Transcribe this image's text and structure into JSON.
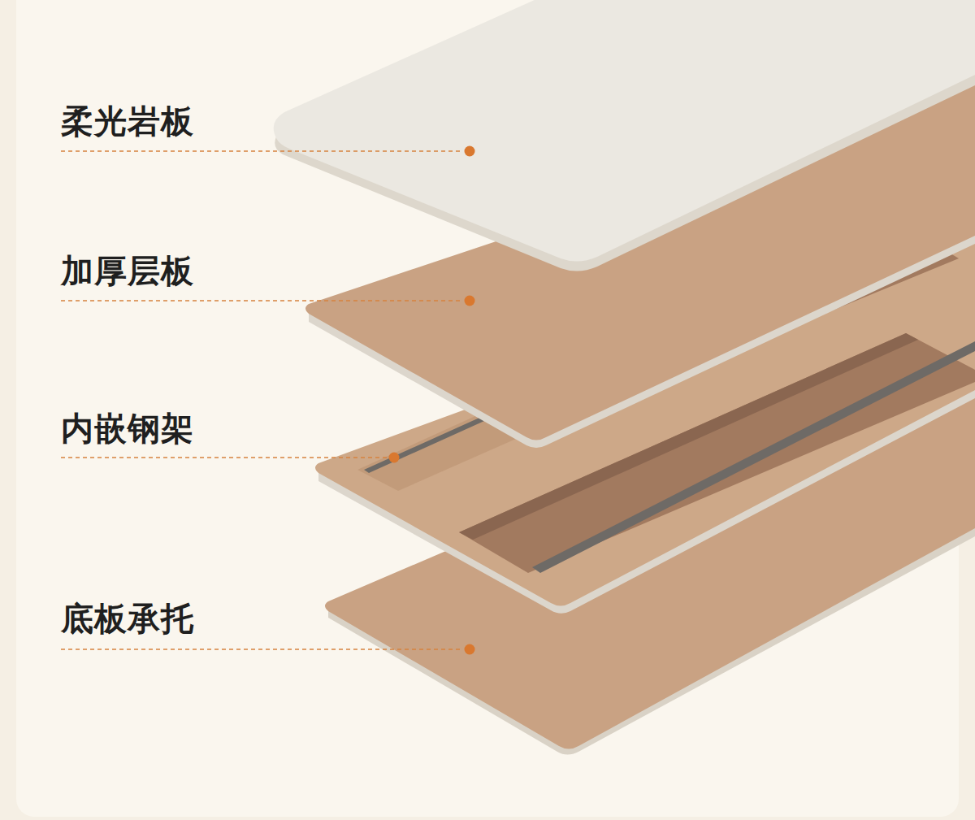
{
  "diagram": {
    "labels": [
      "柔光岩板",
      "加厚层板",
      "内嵌钢架",
      "底板承托"
    ]
  }
}
